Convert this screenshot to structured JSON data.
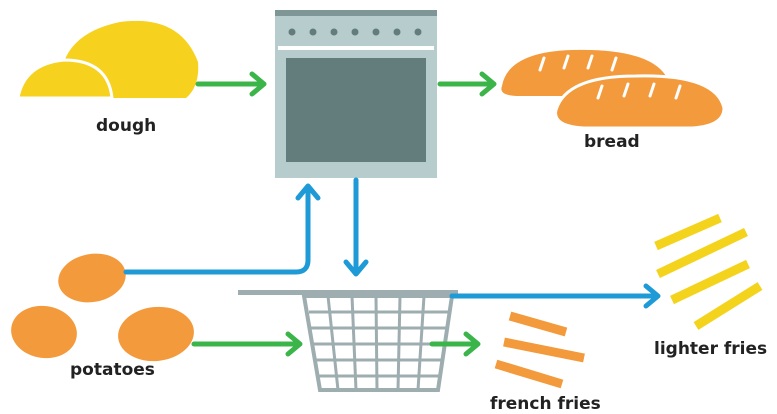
{
  "labels": {
    "dough": "dough",
    "bread": "bread",
    "potatoes": "potatoes",
    "french_fries": "french fries",
    "lighter_fries": "lighter fries"
  },
  "colors": {
    "dough": "#f6d11d",
    "bread": "#f39a3c",
    "potato": "#f39a3c",
    "fries": "#f4d31c",
    "french_fries": "#f39a3c",
    "oven_body": "#b7cccd",
    "oven_window": "#637c7c",
    "basket": "#9eadb0",
    "arrow_green": "#3bb54a",
    "arrow_blue": "#1e9ad6"
  }
}
